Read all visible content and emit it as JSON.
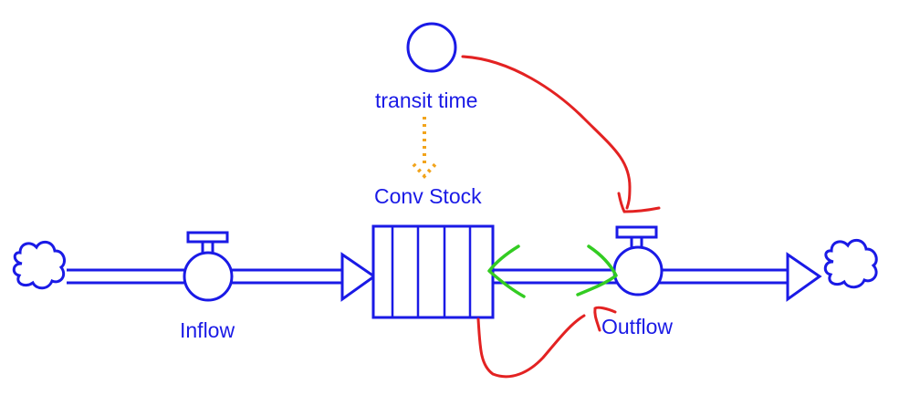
{
  "labels": {
    "transit_time": "transit time",
    "conv_stock": "Conv Stock",
    "inflow": "Inflow",
    "outflow": "Outflow"
  },
  "colors": {
    "diagram": "#1a1ae6",
    "annotation_red": "#e32222",
    "annotation_green": "#33cc22",
    "info_link": "#f2a41c"
  },
  "elements": {
    "conveyor_stock_slats": 5
  }
}
